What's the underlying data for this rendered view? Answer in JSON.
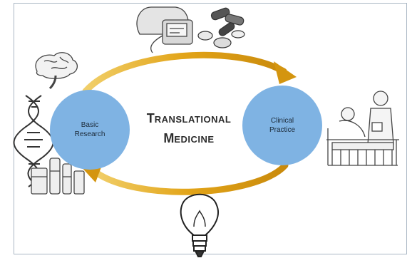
{
  "diagram": {
    "title_line1": {
      "initial": "T",
      "rest": "RANSLATIONAL"
    },
    "title_line2": {
      "initial": "M",
      "rest": "EDICINE"
    },
    "nodes": [
      {
        "id": "basic",
        "line1": "Basic",
        "line2": "Research"
      },
      {
        "id": "clinical",
        "line1": "Clinical",
        "line2": "Practice"
      }
    ],
    "colors": {
      "node_fill": "#7fb3e3",
      "arrow": "#e2a418",
      "frame": "#aab7c4"
    },
    "illustrations": [
      "brain-icon",
      "dna-helix-icon",
      "lab-glassware-icon",
      "blood-pressure-monitor-icon",
      "pills-icon",
      "patient-doctor-bed-icon",
      "light-bulb-icon"
    ]
  }
}
